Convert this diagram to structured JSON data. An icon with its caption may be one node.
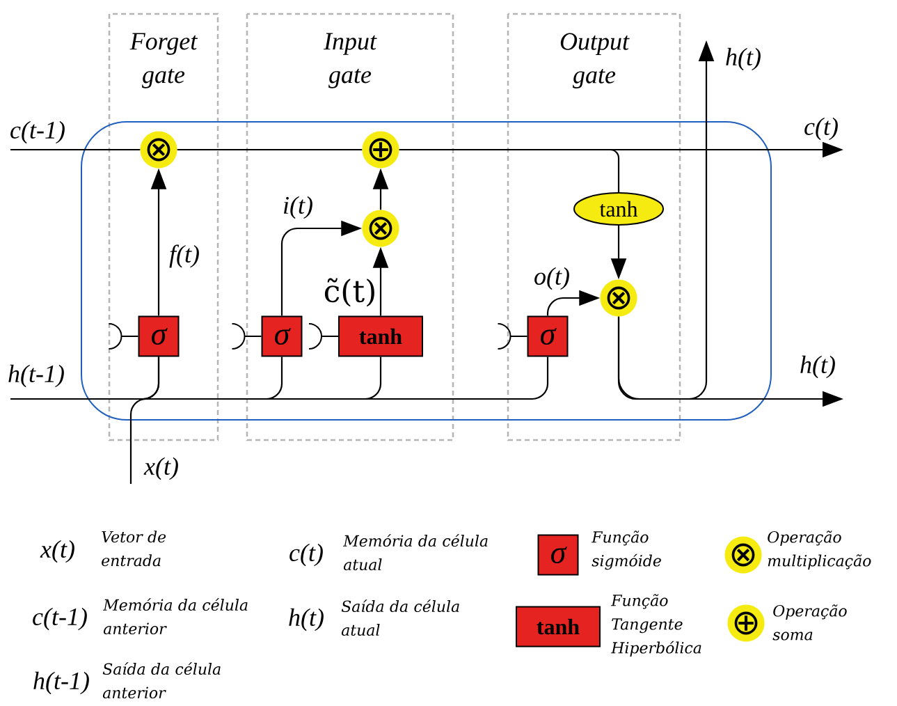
{
  "diagram": {
    "nodes": [
      {
        "text": [
          "⊗"
        ]
      },
      {
        "text": [
          "⊕"
        ]
      },
      {
        "text": [
          "⊗"
        ]
      },
      {
        "text": [
          "σ"
        ]
      },
      {
        "text": [
          "σ"
        ]
      },
      {
        "text": [
          "tanh"
        ]
      },
      {
        "text": [
          "σ"
        ]
      },
      {
        "text": [
          "tanh"
        ]
      },
      {
        "text": [
          "⊗"
        ]
      },
      {
        "text": [
          "σ"
        ],
        "beside": [
          "Função sigmóide"
        ]
      },
      {
        "text": [
          "⊗"
        ],
        "beside": [
          "Operação multiplicação"
        ]
      },
      {
        "text": [
          "tanh"
        ],
        "beside": [
          "Função Tangente Hiperbólica"
        ]
      },
      {
        "text": [
          "⊕"
        ],
        "beside": [
          "Operação soma"
        ]
      }
    ],
    "edges": [
      {
        "from": null,
        "to": 0,
        "arrow": "none",
        "label": "c(t-1)"
      },
      {
        "from": 0,
        "to": 1,
        "arrow": "none"
      },
      {
        "from": 1,
        "to": null,
        "arrow": "to",
        "label": "c(t)"
      },
      {
        "from": 3,
        "to": 0,
        "arrow": "to",
        "label": "f(t)"
      },
      {
        "from": 4,
        "to": 2,
        "arrow": "to",
        "label": "i(t)"
      },
      {
        "from": 5,
        "to": 2,
        "arrow": "to",
        "label": "c̃(t)"
      },
      {
        "from": 2,
        "to": 1,
        "arrow": "to"
      },
      {
        "from": 1,
        "to": 7,
        "arrow": "none"
      },
      {
        "from": 7,
        "to": 8,
        "arrow": "to"
      },
      {
        "from": 6,
        "to": 8,
        "arrow": "to",
        "label": "o(t)"
      },
      {
        "from": 8,
        "to": null,
        "arrow": "to",
        "label": "h(t)"
      },
      {
        "from": 8,
        "to": null,
        "arrow": "to",
        "label": "h(t)"
      },
      {
        "from": null,
        "to": 3,
        "arrow": "none",
        "label": "h(t-1)"
      },
      {
        "from": null,
        "to": 4,
        "arrow": "none"
      },
      {
        "from": null,
        "to": 5,
        "arrow": "none"
      },
      {
        "from": null,
        "to": 6,
        "arrow": "none"
      },
      {
        "from": null,
        "to": 3,
        "arrow": "none",
        "label": "x(t)"
      }
    ],
    "labels": [
      "Forget gate",
      "Input gate",
      "Output gate",
      "x(t)",
      "Vetor de entrada",
      "c(t)",
      "Memória da célula atual",
      "c(t-1)",
      "Memória da célula anterior",
      "h(t)",
      "Saída da célula atual",
      "h(t-1)",
      "Saída da célula anterior"
    ]
  }
}
